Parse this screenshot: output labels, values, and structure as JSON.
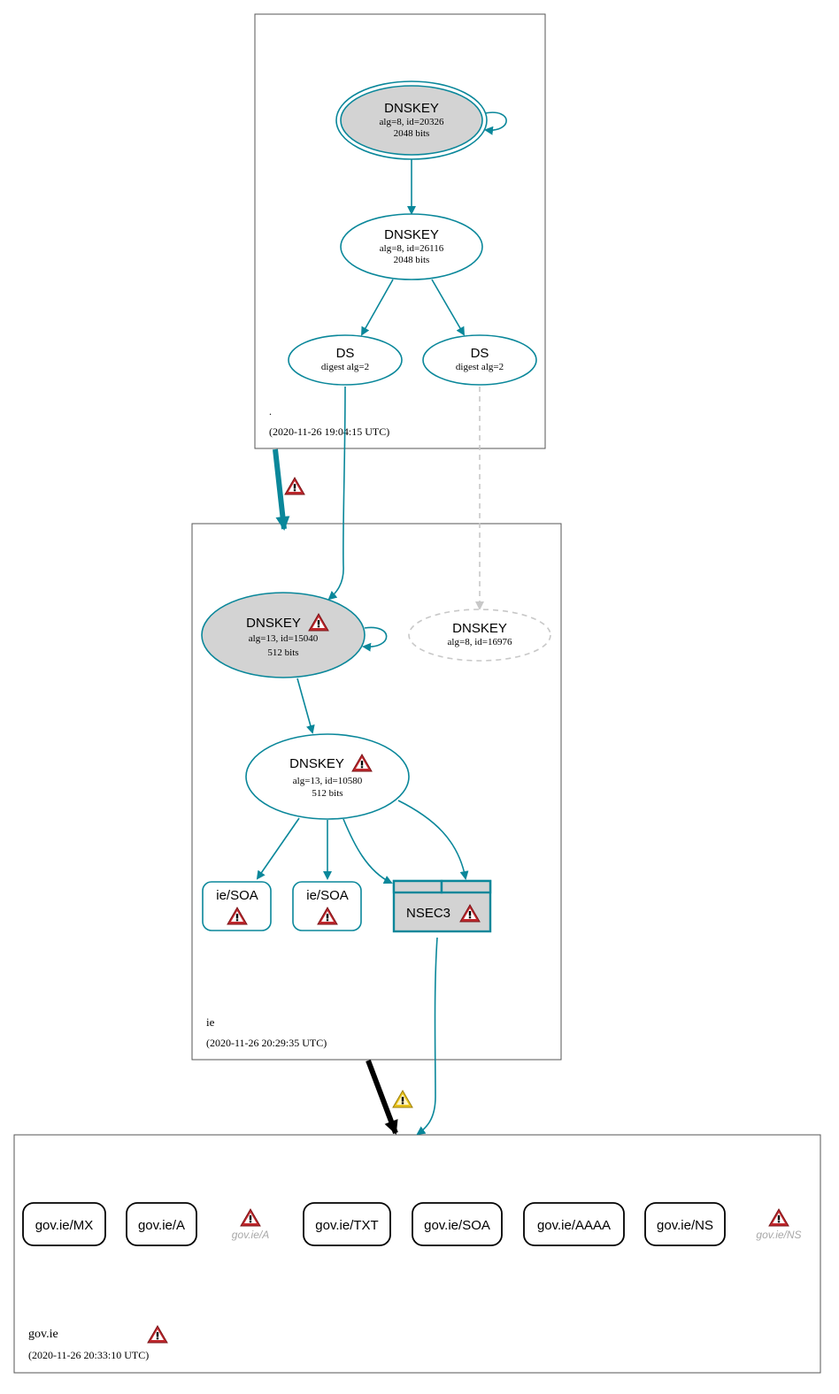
{
  "zones": {
    "root": {
      "name": ".",
      "timestamp": "(2020-11-26 19:04:15 UTC)"
    },
    "ie": {
      "name": "ie",
      "timestamp": "(2020-11-26 20:29:35 UTC)"
    },
    "govie": {
      "name": "gov.ie",
      "timestamp": "(2020-11-26 20:33:10 UTC)"
    }
  },
  "nodes": {
    "root_ksk": {
      "title": "DNSKEY",
      "line1": "alg=8, id=20326",
      "line2": "2048 bits"
    },
    "root_zsk": {
      "title": "DNSKEY",
      "line1": "alg=8, id=26116",
      "line2": "2048 bits"
    },
    "ds_a": {
      "title": "DS",
      "line1": "digest alg=2"
    },
    "ds_b": {
      "title": "DS",
      "line1": "digest alg=2"
    },
    "ie_ksk": {
      "title": "DNSKEY",
      "line1": "alg=13, id=15040",
      "line2": "512 bits"
    },
    "ie_missing": {
      "title": "DNSKEY",
      "line1": "alg=8, id=16976"
    },
    "ie_zsk": {
      "title": "DNSKEY",
      "line1": "alg=13, id=10580",
      "line2": "512 bits"
    },
    "ie_soa_1": {
      "title": "ie/SOA"
    },
    "ie_soa_2": {
      "title": "ie/SOA"
    },
    "nsec3": {
      "title": "NSEC3"
    }
  },
  "govie_records": [
    "gov.ie/MX",
    "gov.ie/A",
    "gov.ie/TXT",
    "gov.ie/SOA",
    "gov.ie/AAAA",
    "gov.ie/NS"
  ],
  "govie_errors": [
    "gov.ie/A",
    "gov.ie/NS"
  ],
  "colors": {
    "teal": "#0a879a",
    "gray_fill": "#d3d3d3",
    "dashed_gray": "#c8c8c8",
    "warn_red": "#c0282d",
    "warn_yellow": "#e8c21a",
    "black": "#000000"
  }
}
